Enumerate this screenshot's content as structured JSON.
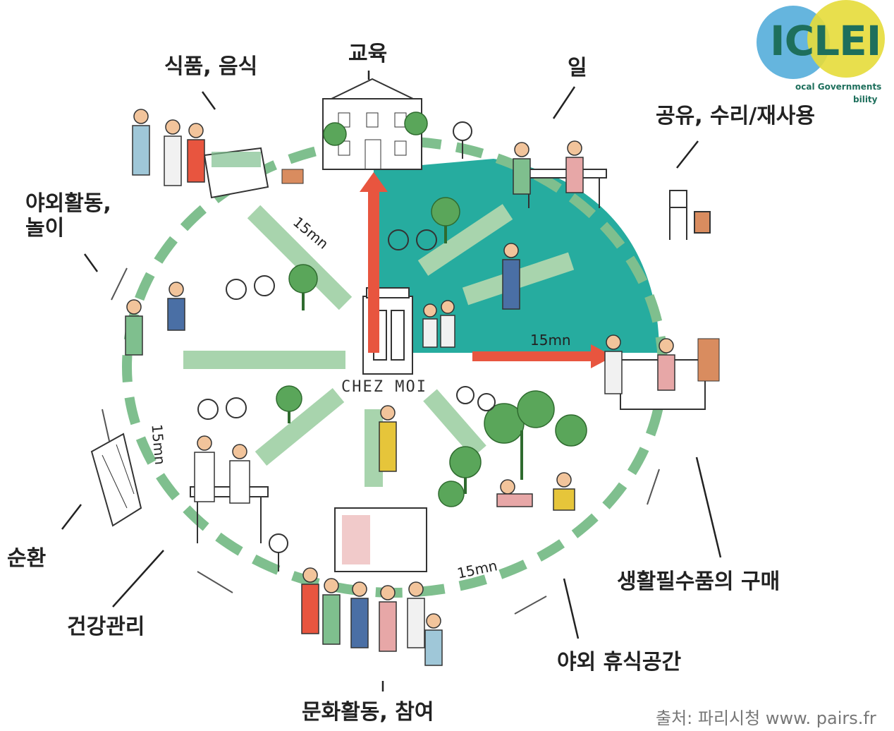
{
  "logo": {
    "name": "ICLEI",
    "sub_line_1": "ocal Governments",
    "sub_line_2": "bility"
  },
  "center": {
    "label": "CHEZ MOI"
  },
  "distance_labels": {
    "top_left": "15mn",
    "right": "15mn",
    "left": "15mn",
    "bottom_right": "15mn"
  },
  "categories": {
    "food": "식품, 음식",
    "education": "교육",
    "work": "일",
    "sharing": "공유, 수리/재사용",
    "outdoor_play": "야외활동,\n놀이",
    "circulation": "순환",
    "healthcare": "건강관리",
    "shopping": "생활필수품의 구매",
    "outdoor_rest": "야외 휴식공간",
    "culture": "문화활동, 참여"
  },
  "source": "출처: 파리시청 www. pairs.fr",
  "colors": {
    "teal_area": "#1aa89a",
    "path_green": "#7fbf8e",
    "arrow_red": "#e8553f",
    "tree_green": "#5aa65a",
    "logo_blue": "#4aa8d8",
    "logo_yellow": "#e6dc3a",
    "logo_green": "#1e6f5c"
  }
}
